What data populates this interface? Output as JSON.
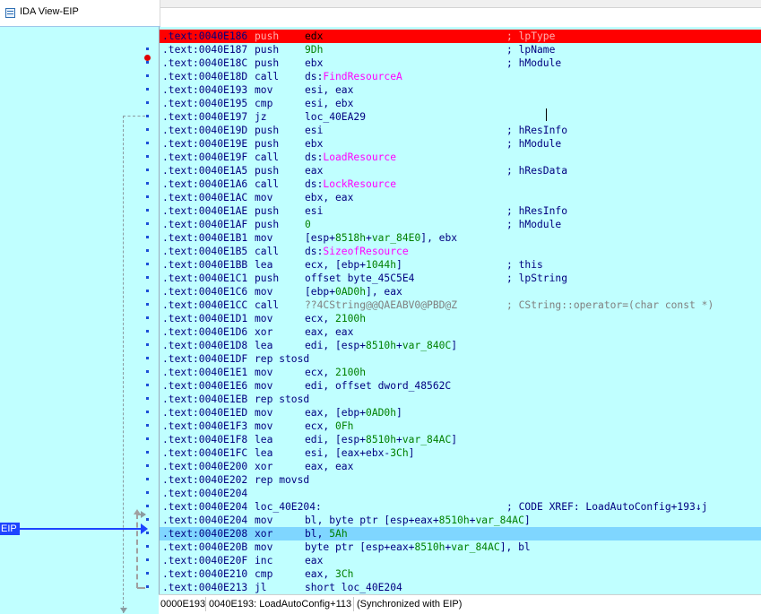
{
  "tab": {
    "title": "IDA View-EIP",
    "icon": "ida-view-icon"
  },
  "eip_marker": {
    "label": "EIP"
  },
  "lines": [
    {
      "addr": ".text:0040E186",
      "mn": "push",
      "op": [
        {
          "t": "edx",
          "c": "ad"
        }
      ],
      "cm": "; lpType",
      "cls": "bp"
    },
    {
      "addr": ".text:0040E187",
      "mn": "push",
      "op": [
        {
          "t": "9Dh",
          "c": "num"
        }
      ],
      "cm": "; lpName"
    },
    {
      "addr": ".text:0040E18C",
      "mn": "push",
      "op": [
        {
          "t": "ebx",
          "c": "ad"
        }
      ],
      "cm": "; hModule"
    },
    {
      "addr": ".text:0040E18D",
      "mn": "call",
      "op": [
        {
          "t": "ds:",
          "c": "ad"
        },
        {
          "t": "FindResourceA",
          "c": "imp"
        }
      ],
      "cm": ""
    },
    {
      "addr": ".text:0040E193",
      "mn": "mov",
      "op": [
        {
          "t": "esi, eax",
          "c": "ad"
        }
      ],
      "cm": ""
    },
    {
      "addr": ".text:0040E195",
      "mn": "cmp",
      "op": [
        {
          "t": "esi, ebx",
          "c": "ad"
        }
      ],
      "cm": ""
    },
    {
      "addr": ".text:0040E197",
      "mn": "jz",
      "op": [
        {
          "t": "loc_40EA29",
          "c": "ad"
        }
      ],
      "cm": ""
    },
    {
      "addr": ".text:0040E19D",
      "mn": "push",
      "op": [
        {
          "t": "esi",
          "c": "ad"
        }
      ],
      "cm": "; hResInfo"
    },
    {
      "addr": ".text:0040E19E",
      "mn": "push",
      "op": [
        {
          "t": "ebx",
          "c": "ad"
        }
      ],
      "cm": "; hModule"
    },
    {
      "addr": ".text:0040E19F",
      "mn": "call",
      "op": [
        {
          "t": "ds:",
          "c": "ad"
        },
        {
          "t": "LoadResource",
          "c": "imp"
        }
      ],
      "cm": ""
    },
    {
      "addr": ".text:0040E1A5",
      "mn": "push",
      "op": [
        {
          "t": "eax",
          "c": "ad"
        }
      ],
      "cm": "; hResData"
    },
    {
      "addr": ".text:0040E1A6",
      "mn": "call",
      "op": [
        {
          "t": "ds:",
          "c": "ad"
        },
        {
          "t": "LockResource",
          "c": "imp"
        }
      ],
      "cm": ""
    },
    {
      "addr": ".text:0040E1AC",
      "mn": "mov",
      "op": [
        {
          "t": "ebx, eax",
          "c": "ad"
        }
      ],
      "cm": ""
    },
    {
      "addr": ".text:0040E1AE",
      "mn": "push",
      "op": [
        {
          "t": "esi",
          "c": "ad"
        }
      ],
      "cm": "; hResInfo"
    },
    {
      "addr": ".text:0040E1AF",
      "mn": "push",
      "op": [
        {
          "t": "0",
          "c": "num"
        }
      ],
      "cm": "; hModule"
    },
    {
      "addr": ".text:0040E1B1",
      "mn": "mov",
      "op": [
        {
          "t": "[esp+",
          "c": "ad"
        },
        {
          "t": "8518h",
          "c": "num"
        },
        {
          "t": "+",
          "c": "ad"
        },
        {
          "t": "var_84E0",
          "c": "num"
        },
        {
          "t": "], ebx",
          "c": "ad"
        }
      ],
      "cm": ""
    },
    {
      "addr": ".text:0040E1B5",
      "mn": "call",
      "op": [
        {
          "t": "ds:",
          "c": "ad"
        },
        {
          "t": "SizeofResource",
          "c": "imp"
        }
      ],
      "cm": ""
    },
    {
      "addr": ".text:0040E1BB",
      "mn": "lea",
      "op": [
        {
          "t": "ecx, [ebp+",
          "c": "ad"
        },
        {
          "t": "1044h",
          "c": "num"
        },
        {
          "t": "]",
          "c": "ad"
        }
      ],
      "cm": "; this"
    },
    {
      "addr": ".text:0040E1C1",
      "mn": "push",
      "op": [
        {
          "t": "offset byte_45C5E4",
          "c": "ad"
        }
      ],
      "cm": "; lpString"
    },
    {
      "addr": ".text:0040E1C6",
      "mn": "mov",
      "op": [
        {
          "t": "[ebp+",
          "c": "ad"
        },
        {
          "t": "0AD0h",
          "c": "num"
        },
        {
          "t": "], eax",
          "c": "ad"
        }
      ],
      "cm": ""
    },
    {
      "addr": ".text:0040E1CC",
      "mn": "call",
      "op": [
        {
          "t": "??4CString@@QAEABV0@PBD@Z",
          "c": "dim"
        }
      ],
      "cm": "; CString::operator=(char const *)",
      "cmc": "dim"
    },
    {
      "addr": ".text:0040E1D1",
      "mn": "mov",
      "op": [
        {
          "t": "ecx, ",
          "c": "ad"
        },
        {
          "t": "2100h",
          "c": "num"
        }
      ],
      "cm": ""
    },
    {
      "addr": ".text:0040E1D6",
      "mn": "xor",
      "op": [
        {
          "t": "eax, eax",
          "c": "ad"
        }
      ],
      "cm": ""
    },
    {
      "addr": ".text:0040E1D8",
      "mn": "lea",
      "op": [
        {
          "t": "edi, [esp+",
          "c": "ad"
        },
        {
          "t": "8510h",
          "c": "num"
        },
        {
          "t": "+",
          "c": "ad"
        },
        {
          "t": "var_840C",
          "c": "num"
        },
        {
          "t": "]",
          "c": "ad"
        }
      ],
      "cm": ""
    },
    {
      "addr": ".text:0040E1DF",
      "mn": "rep stosd",
      "op": [],
      "cm": ""
    },
    {
      "addr": ".text:0040E1E1",
      "mn": "mov",
      "op": [
        {
          "t": "ecx, ",
          "c": "ad"
        },
        {
          "t": "2100h",
          "c": "num"
        }
      ],
      "cm": ""
    },
    {
      "addr": ".text:0040E1E6",
      "mn": "mov",
      "op": [
        {
          "t": "edi, offset dword_48562C",
          "c": "ad"
        }
      ],
      "cm": ""
    },
    {
      "addr": ".text:0040E1EB",
      "mn": "rep stosd",
      "op": [],
      "cm": ""
    },
    {
      "addr": ".text:0040E1ED",
      "mn": "mov",
      "op": [
        {
          "t": "eax, [ebp+",
          "c": "ad"
        },
        {
          "t": "0AD0h",
          "c": "num"
        },
        {
          "t": "]",
          "c": "ad"
        }
      ],
      "cm": ""
    },
    {
      "addr": ".text:0040E1F3",
      "mn": "mov",
      "op": [
        {
          "t": "ecx, ",
          "c": "ad"
        },
        {
          "t": "0Fh",
          "c": "num"
        }
      ],
      "cm": ""
    },
    {
      "addr": ".text:0040E1F8",
      "mn": "lea",
      "op": [
        {
          "t": "edi, [esp+",
          "c": "ad"
        },
        {
          "t": "8510h",
          "c": "num"
        },
        {
          "t": "+",
          "c": "ad"
        },
        {
          "t": "var_84AC",
          "c": "num"
        },
        {
          "t": "]",
          "c": "ad"
        }
      ],
      "cm": ""
    },
    {
      "addr": ".text:0040E1FC",
      "mn": "lea",
      "op": [
        {
          "t": "esi, [eax+ebx-",
          "c": "ad"
        },
        {
          "t": "3Ch",
          "c": "num"
        },
        {
          "t": "]",
          "c": "ad"
        }
      ],
      "cm": ""
    },
    {
      "addr": ".text:0040E200",
      "mn": "xor",
      "op": [
        {
          "t": "eax, eax",
          "c": "ad"
        }
      ],
      "cm": ""
    },
    {
      "addr": ".text:0040E202",
      "mn": "rep movsd",
      "op": [],
      "cm": ""
    },
    {
      "addr": ".text:0040E204",
      "mn": "",
      "op": [],
      "cm": ""
    },
    {
      "addr": ".text:0040E204",
      "mn": "loc_40E204:",
      "op": [],
      "cm": "; CODE XREF: LoadAutoConfig+193↓j"
    },
    {
      "addr": ".text:0040E204",
      "mn": "mov",
      "op": [
        {
          "t": "bl, byte ptr [esp+eax+",
          "c": "ad"
        },
        {
          "t": "8510h",
          "c": "num"
        },
        {
          "t": "+",
          "c": "ad"
        },
        {
          "t": "var_84AC",
          "c": "num"
        },
        {
          "t": "]",
          "c": "ad"
        }
      ],
      "cm": ""
    },
    {
      "addr": ".text:0040E208",
      "mn": "xor",
      "op": [
        {
          "t": "bl, ",
          "c": "ad"
        },
        {
          "t": "5Ah",
          "c": "num"
        }
      ],
      "cm": "",
      "cls": "eip"
    },
    {
      "addr": ".text:0040E20B",
      "mn": "mov",
      "op": [
        {
          "t": "byte ptr [esp+eax+",
          "c": "ad"
        },
        {
          "t": "8510h",
          "c": "num"
        },
        {
          "t": "+",
          "c": "ad"
        },
        {
          "t": "var_84AC",
          "c": "num"
        },
        {
          "t": "], bl",
          "c": "ad"
        }
      ],
      "cm": ""
    },
    {
      "addr": ".text:0040E20F",
      "mn": "inc",
      "op": [
        {
          "t": "eax",
          "c": "ad"
        }
      ],
      "cm": ""
    },
    {
      "addr": ".text:0040E210",
      "mn": "cmp",
      "op": [
        {
          "t": "eax, ",
          "c": "ad"
        },
        {
          "t": "3Ch",
          "c": "num"
        }
      ],
      "cm": ""
    },
    {
      "addr": ".text:0040E213",
      "mn": "jl",
      "op": [
        {
          "t": "short loc_40E204",
          "c": "ad"
        }
      ],
      "cm": ""
    }
  ],
  "status": {
    "offset": "0000E193",
    "location": "0040E193: LoadAutoConfig+113",
    "sync": "(Synchronized with EIP)"
  },
  "colors": {
    "background": "#c0ffff",
    "breakpoint": "#ff0000",
    "eip_line": "#7fd6ff",
    "eip_arrow": "#1e44ff"
  }
}
